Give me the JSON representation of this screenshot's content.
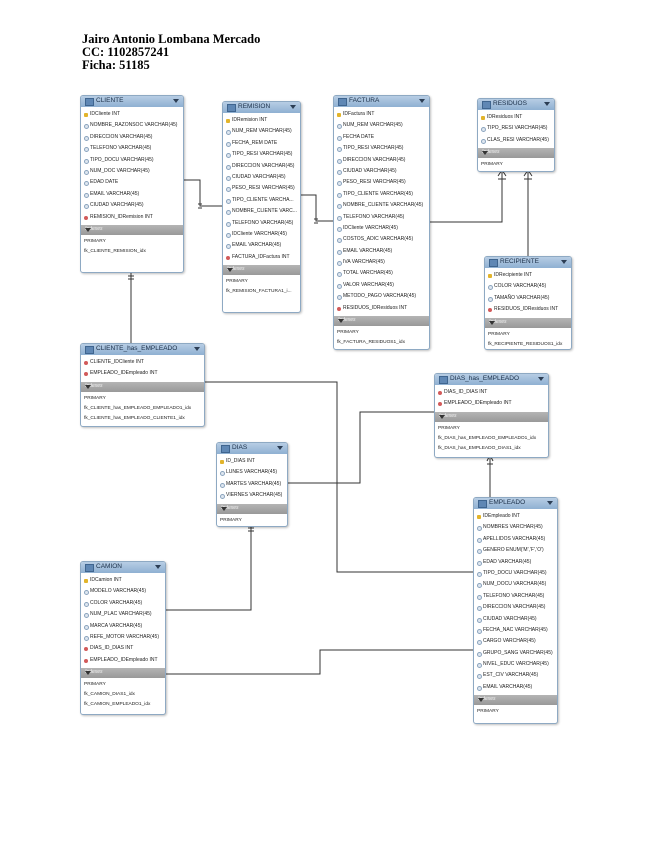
{
  "header": {
    "name": "Jairo Antonio Lombana Mercado",
    "cc": "CC: 1102857241",
    "ficha": "Ficha: 51185"
  },
  "indexes_label": "Indexes",
  "tables": [
    {
      "name": "CLIENTE",
      "columns": [
        {
          "text": "IDCliente INT",
          "key": "pk"
        },
        {
          "text": "NOMBRE_RAZONSOC VARCHAR(45)",
          "key": "col"
        },
        {
          "text": "DIRECCION VARCHAR(45)",
          "key": "col"
        },
        {
          "text": "TELEFONO VARCHAR(45)",
          "key": "col"
        },
        {
          "text": "TIPO_DOCU VARCHAR(45)",
          "key": "col"
        },
        {
          "text": "NUM_DOC VARCHAR(45)",
          "key": "col"
        },
        {
          "text": "EDAD DATE",
          "key": "col"
        },
        {
          "text": "EMAIL VARCHAR(45)",
          "key": "col"
        },
        {
          "text": "CIUDAD VARCHAR(45)",
          "key": "col"
        },
        {
          "text": "REMISION_IDRemision INT",
          "key": "fk"
        }
      ],
      "indexes": [
        "PRIMARY",
        "fk_CLIENTE_REMISION_idx"
      ]
    },
    {
      "name": "REMISION",
      "columns": [
        {
          "text": "IDRemision INT",
          "key": "pk"
        },
        {
          "text": "NUM_REM VARCHAR(45)",
          "key": "col"
        },
        {
          "text": "FECHA_REM DATE",
          "key": "col"
        },
        {
          "text": "TIPO_RESI VARCHAR(45)",
          "key": "col"
        },
        {
          "text": "DIRECCION VARCHAR(45)",
          "key": "col"
        },
        {
          "text": "CIUDAD VARCHAR(45)",
          "key": "col"
        },
        {
          "text": "PESO_RESI VARCHAR(45)",
          "key": "col"
        },
        {
          "text": "TIPO_CLIENTE VARCHA...",
          "key": "col"
        },
        {
          "text": "NOMBRE_CLIENTE VARC...",
          "key": "col"
        },
        {
          "text": "TELEFONO VARCHAR(45)",
          "key": "col"
        },
        {
          "text": "IDCliente VARCHAR(45)",
          "key": "col"
        },
        {
          "text": "EMAIL VARCHAR(45)",
          "key": "col"
        },
        {
          "text": "FACTURA_IDFactura INT",
          "key": "fk"
        }
      ],
      "indexes": [
        "PRIMARY",
        "fk_REMISION_FACTURA1_i..."
      ]
    },
    {
      "name": "FACTURA",
      "columns": [
        {
          "text": "IDFactura INT",
          "key": "pk"
        },
        {
          "text": "NUM_REM VARCHAR(45)",
          "key": "col"
        },
        {
          "text": "FECHA DATE",
          "key": "col"
        },
        {
          "text": "TIPO_RESI VARCHAR(45)",
          "key": "col"
        },
        {
          "text": "DIRECCION VARCHAR(45)",
          "key": "col"
        },
        {
          "text": "CIUDAD VARCHAR(45)",
          "key": "col"
        },
        {
          "text": "PESO_RESI VARCHAR(45)",
          "key": "col"
        },
        {
          "text": "TIPO_CLIENTE VARCHAR(45)",
          "key": "col"
        },
        {
          "text": "NOMBRE_CLIENTE VARCHAR(45)",
          "key": "col"
        },
        {
          "text": "TELEFONO VARCHAR(45)",
          "key": "col"
        },
        {
          "text": "IDCliente VARCHAR(45)",
          "key": "col"
        },
        {
          "text": "COSTOS_ADIC VARCHAR(45)",
          "key": "col"
        },
        {
          "text": "EMAIL VARCHAR(45)",
          "key": "col"
        },
        {
          "text": "IVA VARCHAR(45)",
          "key": "col"
        },
        {
          "text": "TOTAL VARCHAR(45)",
          "key": "col"
        },
        {
          "text": "VALOR VARCHAR(45)",
          "key": "col"
        },
        {
          "text": "METODO_PAGO VARCHAR(45)",
          "key": "col"
        },
        {
          "text": "RESIDUOS_IDResiduos INT",
          "key": "fk"
        }
      ],
      "indexes": [
        "PRIMARY",
        "fk_FACTURA_RESIDUOS1_idx"
      ]
    },
    {
      "name": "RESIDUOS",
      "columns": [
        {
          "text": "IDResiduos INT",
          "key": "pk"
        },
        {
          "text": "TIPO_RESI VARCHAR(45)",
          "key": "col"
        },
        {
          "text": "CLAS_RESI VARCHAR(45)",
          "key": "col"
        }
      ],
      "indexes": [
        "PRIMARY"
      ]
    },
    {
      "name": "RECIPIENTE",
      "columns": [
        {
          "text": "IDRecipiente INT",
          "key": "pk"
        },
        {
          "text": "COLOR VARCHAR(45)",
          "key": "col"
        },
        {
          "text": "TAMAÑO VARCHAR(45)",
          "key": "col"
        },
        {
          "text": "RESIDUOS_IDResiduos INT",
          "key": "fk"
        }
      ],
      "indexes": [
        "PRIMARY",
        "fk_RECIPIENTE_RESIDUOS1_idx"
      ]
    },
    {
      "name": "CLIENTE_has_EMPLEADO",
      "columns": [
        {
          "text": "CLIENTE_IDCliente INT",
          "key": "fk"
        },
        {
          "text": "EMPLEADO_IDEmpleado INT",
          "key": "fk"
        }
      ],
      "indexes": [
        "PRIMARY",
        "fk_CLIENTE_has_EMPLEADO_EMPLEADO1_idx",
        "fk_CLIENTE_has_EMPLEADO_CLIENTE1_idx"
      ]
    },
    {
      "name": "DIAS_has_EMPLEADO",
      "columns": [
        {
          "text": "DIAS_ID_DIAS INT",
          "key": "fk"
        },
        {
          "text": "EMPLEADO_IDEmpleado INT",
          "key": "fk"
        }
      ],
      "indexes": [
        "PRIMARY",
        "fk_DIAS_has_EMPLEADO_EMPLEADO1_idx",
        "fk_DIAS_has_EMPLEADO_DIAS1_idx"
      ]
    },
    {
      "name": "DIAS",
      "columns": [
        {
          "text": "ID_DIAS INT",
          "key": "pk"
        },
        {
          "text": "LUNES VARCHAR(45)",
          "key": "col"
        },
        {
          "text": "MARTES VARCHAR(45)",
          "key": "col"
        },
        {
          "text": "VIERNES VARCHAR(45)",
          "key": "col"
        }
      ],
      "indexes": [
        "PRIMARY"
      ]
    },
    {
      "name": "EMPLEADO",
      "columns": [
        {
          "text": "IDEmpleado INT",
          "key": "pk"
        },
        {
          "text": "NOMBRES VARCHAR(45)",
          "key": "col"
        },
        {
          "text": "APELLIDOS VARCHAR(45)",
          "key": "col"
        },
        {
          "text": "GENERO ENUM('M','F','O')",
          "key": "col"
        },
        {
          "text": "EDAD VARCHAR(45)",
          "key": "col"
        },
        {
          "text": "TIPO_DOCU VARCHAR(45)",
          "key": "col"
        },
        {
          "text": "NUM_DOCU VARCHAR(45)",
          "key": "col"
        },
        {
          "text": "TELEFONO VARCHAR(45)",
          "key": "col"
        },
        {
          "text": "DIRECCION VARCHAR(45)",
          "key": "col"
        },
        {
          "text": "CIUDAD VARCHAR(45)",
          "key": "col"
        },
        {
          "text": "FECHA_NAC VARCHAR(45)",
          "key": "col"
        },
        {
          "text": "CARGO VARCHAR(45)",
          "key": "col"
        },
        {
          "text": "GRUPO_SANG VARCHAR(45)",
          "key": "col"
        },
        {
          "text": "NIVEL_EDUC VARCHAR(45)",
          "key": "col"
        },
        {
          "text": "EST_CIV VARCHAR(45)",
          "key": "col"
        },
        {
          "text": "EMAIL VARCHAR(45)",
          "key": "col"
        }
      ],
      "indexes": [
        "PRIMARY"
      ]
    },
    {
      "name": "CAMION",
      "columns": [
        {
          "text": "IDCamion INT",
          "key": "pk"
        },
        {
          "text": "MODELO VARCHAR(45)",
          "key": "col"
        },
        {
          "text": "COLOR VARCHAR(45)",
          "key": "col"
        },
        {
          "text": "NUM_PLAC VARCHAR(45)",
          "key": "col"
        },
        {
          "text": "MARCA VARCHAR(45)",
          "key": "col"
        },
        {
          "text": "REFE_MOTOR VARCHAR(45)",
          "key": "col"
        },
        {
          "text": "DIAS_ID_DIAS INT",
          "key": "fk"
        },
        {
          "text": "EMPLEADO_IDEmpleado INT",
          "key": "fk"
        }
      ],
      "indexes": [
        "PRIMARY",
        "fk_CAMION_DIAS1_idx",
        "fk_CAMION_EMPLEADO1_idx"
      ]
    }
  ],
  "relationships": [
    {
      "from": "CLIENTE",
      "to": "REMISION"
    },
    {
      "from": "REMISION",
      "to": "FACTURA"
    },
    {
      "from": "FACTURA",
      "to": "RESIDUOS"
    },
    {
      "from": "RECIPIENTE",
      "to": "RESIDUOS"
    },
    {
      "from": "CLIENTE_has_EMPLEADO",
      "to": "CLIENTE"
    },
    {
      "from": "CLIENTE_has_EMPLEADO",
      "to": "EMPLEADO"
    },
    {
      "from": "DIAS_has_EMPLEADO",
      "to": "DIAS"
    },
    {
      "from": "DIAS_has_EMPLEADO",
      "to": "EMPLEADO"
    },
    {
      "from": "CAMION",
      "to": "DIAS"
    },
    {
      "from": "CAMION",
      "to": "EMPLEADO"
    }
  ]
}
